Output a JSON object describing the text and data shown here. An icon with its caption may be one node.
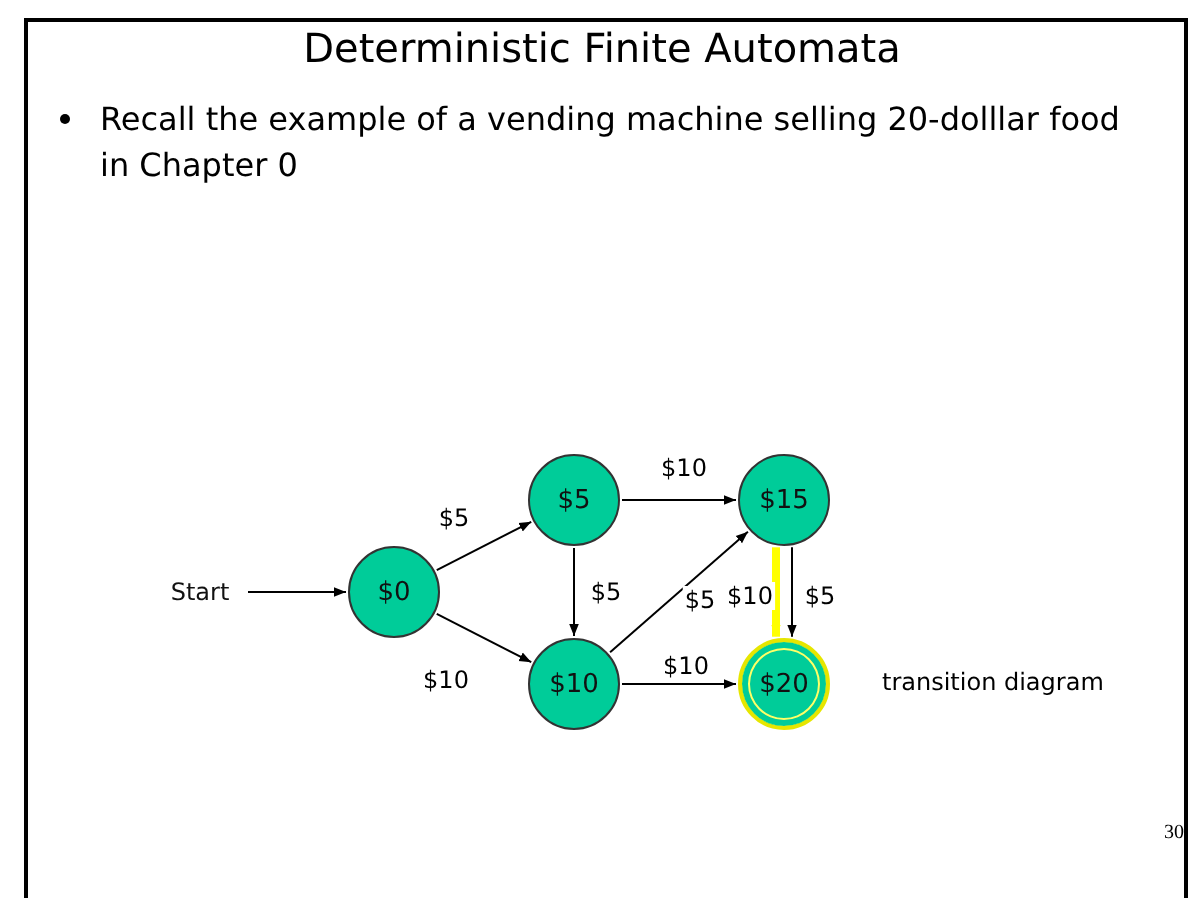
{
  "diagram": {
    "title": "Deterministic Finite Automata",
    "nodes": [
      {
        "text": [
          "Start"
        ]
      },
      {
        "text": [
          "$0"
        ]
      },
      {
        "text": [
          "$5"
        ]
      },
      {
        "text": [
          "$15"
        ]
      },
      {
        "text": [
          "$10"
        ]
      },
      {
        "text": [
          "$20"
        ],
        "beside": [
          "transition diagram"
        ]
      }
    ],
    "edges": [
      {
        "from": 0,
        "to": 1,
        "arrow": "to"
      },
      {
        "from": 1,
        "to": 2,
        "arrow": "to",
        "label": "$5"
      },
      {
        "from": 1,
        "to": 4,
        "arrow": "to",
        "label": "$10"
      },
      {
        "from": 2,
        "to": 3,
        "arrow": "to",
        "label": "$10"
      },
      {
        "from": 2,
        "to": 4,
        "arrow": "to",
        "label": "$5"
      },
      {
        "from": 4,
        "to": 3,
        "arrow": "to",
        "label": "$5"
      },
      {
        "from": 3,
        "to": 5,
        "arrow": "to",
        "label": "$10",
        "style": "thick",
        "color": "#ffff00"
      },
      {
        "from": 3,
        "to": 5,
        "arrow": "to",
        "label": "$5"
      },
      {
        "from": 4,
        "to": 5,
        "arrow": "to",
        "label": "$10"
      }
    ],
    "labels": [
      "Recall the example of a vending machine selling 20-dolllar food in Chapter 0",
      "30"
    ]
  }
}
